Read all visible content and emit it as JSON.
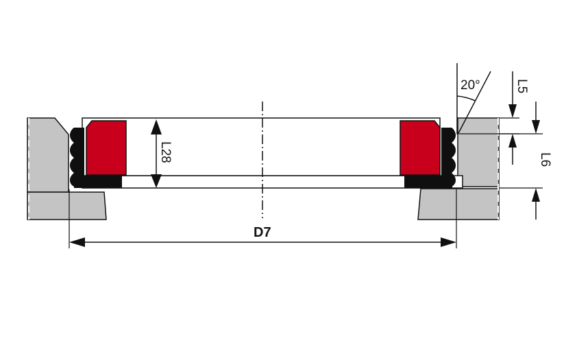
{
  "diagram": {
    "labels": {
      "angle": "20°",
      "height_l5": "L5",
      "height_l6": "L6",
      "height_l28": "L28",
      "diameter_d7": "D7"
    },
    "colors": {
      "housing": "#c4c4c4",
      "seal_red": "#c8001c",
      "elastomer": "#0f0f0f",
      "outline": "#111111",
      "background": "#ffffff"
    }
  }
}
